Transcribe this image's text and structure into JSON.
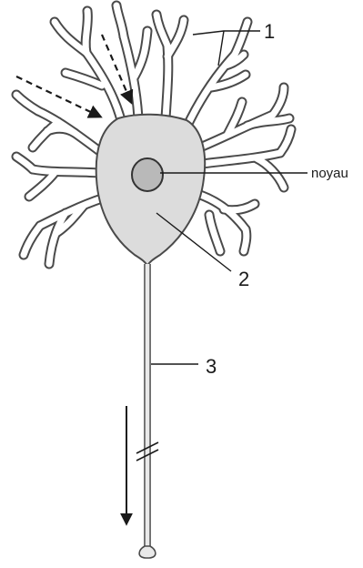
{
  "labels": {
    "dendrites": "1",
    "cell_body": "2",
    "axon": "3",
    "nucleus": "noyau"
  },
  "colors": {
    "cytoplasm": "#dcdcdc",
    "nucleus": "#b9b9b9",
    "outline": "#4a4a4a",
    "ink": "#1a1a1a"
  }
}
